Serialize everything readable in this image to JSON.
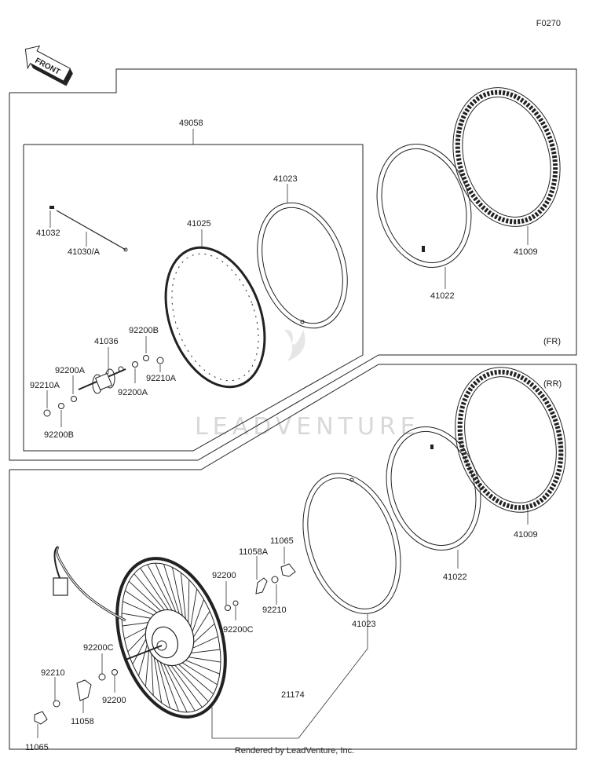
{
  "diagram_code": "F0270",
  "front_arrow_label": "FRONT",
  "watermark": "LEADVENTURE",
  "footer": "Rendered by LeadVenture, Inc.",
  "section_fr_label": "(FR)",
  "section_rr_label": "(RR)",
  "parts": {
    "p49058": "49058",
    "p41023_fr": "41023",
    "p41025": "41025",
    "p41032": "41032",
    "p41030a": "41030/A",
    "p41009_fr": "41009",
    "p41022_fr": "41022",
    "p41036": "41036",
    "p92200b_top": "92200B",
    "p92200a_top": "92200A",
    "p92210a_left": "92210A",
    "p92210a_right": "92210A",
    "p92200a_mid": "92200A",
    "p92200b_bot": "92200B",
    "p41009_rr": "41009",
    "p41022_rr": "41022",
    "p41023_rr": "41023",
    "p11065_top": "11065",
    "p11058a": "11058A",
    "p92200_top": "92200",
    "p92210_top": "92210",
    "p92200c_top": "92200C",
    "p92200c_left": "92200C",
    "p92210_left": "92210",
    "p92200_bot": "92200",
    "p11058": "11058",
    "p11065_bot": "11065",
    "p21174": "21174"
  }
}
